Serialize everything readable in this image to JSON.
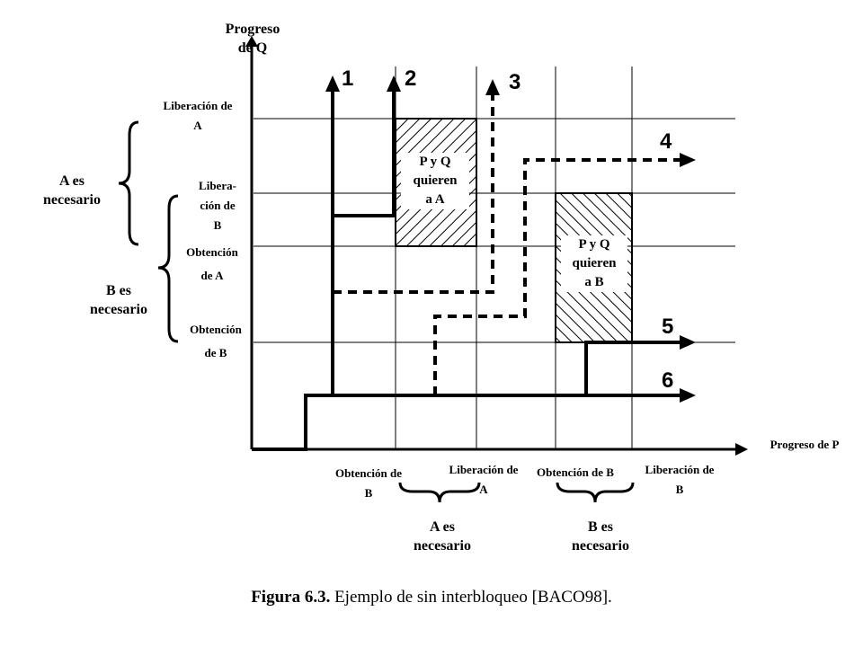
{
  "axes": {
    "y_title": "Progreso\nde Q",
    "x_title": "Progreso de P"
  },
  "y_labels": {
    "rel_a": "Liberación de\nA",
    "rel_b": "Libera-\nción de\nB",
    "get_a": "Obtención\n\nde A",
    "get_b": "Obtención\n\nde B"
  },
  "x_labels": {
    "get_b": "Obtención de\nB",
    "rel_a": "Liberación  de\nA",
    "get_a": "Obtención de B",
    "rel_b": "Liberación  de\nB"
  },
  "braces": {
    "left_a": "A es\nnecesario",
    "left_b": "B es\nnecesario",
    "bottom_a": "A es\nnecesario",
    "bottom_b": "B es\nnecesario"
  },
  "regions": {
    "a": "P y Q\nquieren\na A",
    "b": "P y Q\nquieren\na B"
  },
  "paths": [
    "1",
    "2",
    "3",
    "4",
    "5",
    "6"
  ],
  "caption": {
    "prefix": "Figura 6.3.",
    "text": "Ejemplo de sin interbloqueo [BACO98]."
  },
  "colors": {
    "line": "#000000",
    "background": "#ffffff"
  }
}
